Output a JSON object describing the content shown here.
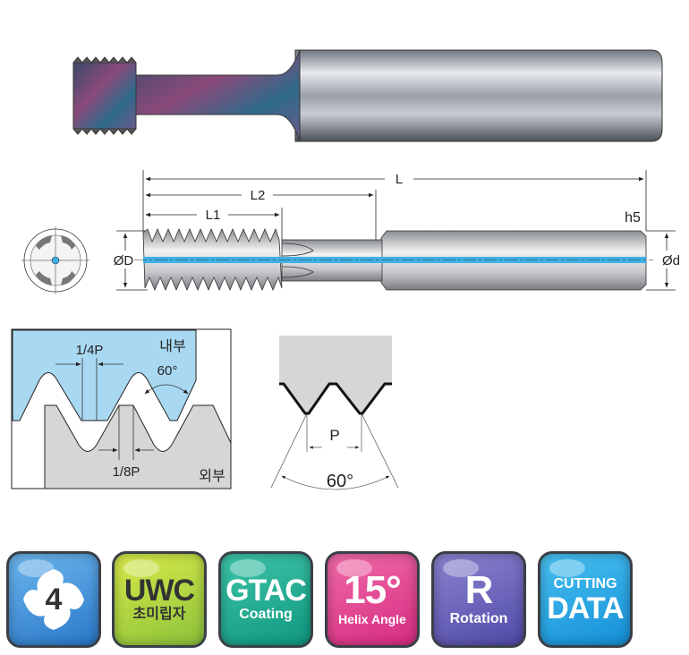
{
  "dimensions": {
    "L": "L",
    "L1": "L1",
    "L2": "L2",
    "shank_tolerance": "h5",
    "thread_diameter": "ØD",
    "shank_diameter": "Ød"
  },
  "thread_profile": {
    "crest_width_internal": "1/4P",
    "crest_width_external": "1/8P",
    "internal_label": "내부",
    "external_label": "외부",
    "angle": "60°"
  },
  "tooth_profile": {
    "pitch": "P",
    "angle": "60°"
  },
  "badges": [
    {
      "main": "4",
      "sub": "",
      "color": "#3d8fd8",
      "icon": "four-flute-icon"
    },
    {
      "main": "UWC",
      "sub": "초미립자",
      "color": "#b3d23a"
    },
    {
      "main": "GTAC",
      "sub": "Coating",
      "color": "#17a58e"
    },
    {
      "main": "15°",
      "sub": "Helix Angle",
      "color": "#e0408f"
    },
    {
      "main": "R",
      "sub": "Rotation",
      "color": "#6861b8"
    },
    {
      "main": "DATA",
      "sub": "CUTTING",
      "color": "#1ea6e2"
    }
  ]
}
